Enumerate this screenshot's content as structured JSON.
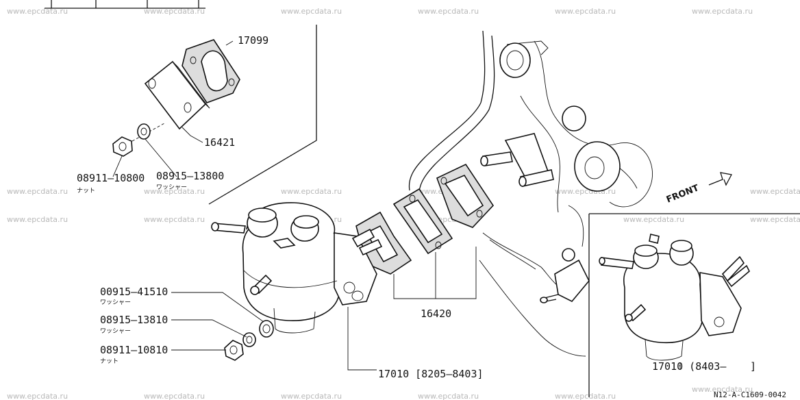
{
  "watermarks": [
    "www.epcdata.ru",
    "www.epcdata.ru",
    "www.epcdata.ru",
    "www.epcdata.ru",
    "www.epcdata.ru",
    "www.epcdata.ru",
    "www.epcdata.ru",
    "www.epcdata.ru",
    "www.epcdata.ru",
    "www.epcdata.ru",
    "www.epcdata.ru",
    "www.epcdata.ru",
    "www.epcdata.ru",
    "www.epcdata.ru",
    "www.epcdata.ru",
    "www.epcdata.ru",
    "www.epcdata.ru",
    "www.epcdata.ru",
    "www.epcdata.ru",
    "www.epcdata.ru",
    "www.epcdata.ru",
    "www.epcdata.ru",
    "www.epcdata.ru",
    "www.epcdata.ru"
  ],
  "parts": {
    "gasket_top": "17099",
    "plate": "16421",
    "nut_top": "08911—10800",
    "washer_top": "08915—13800",
    "washer_a": "00915—41510",
    "washer_b": "08915—13810",
    "nut_bottom": "08911—10810",
    "gasket_set": "16420",
    "pump_early": "17010 [8205—8403]",
    "pump_late": "17010 (8403—",
    "pump_late_close": "]"
  },
  "jp_labels": {
    "nut_top": "ナット",
    "washer_top": "ワッシャー",
    "washer_a": "ワッシャー",
    "washer_b": "ワッシャー",
    "nut_bottom": "ナット"
  },
  "front_label": "FRONT",
  "diagram_code": "N12-A-C1609-0042"
}
